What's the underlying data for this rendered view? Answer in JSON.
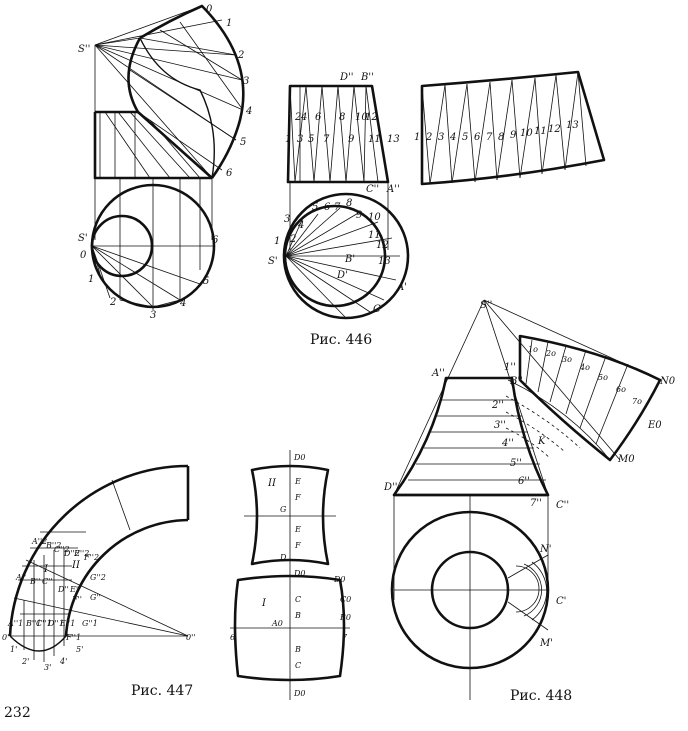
{
  "page_number": "232",
  "figures": {
    "f446": {
      "caption": "Рис. 446",
      "elbow_numbers": [
        "0",
        "1",
        "2",
        "3",
        "4",
        "5",
        "6"
      ],
      "elbow_top_label": "S''",
      "plan_labels": [
        "S'",
        "0",
        "1",
        "2",
        "3",
        "4",
        "5",
        "6"
      ],
      "frustum_labels": [
        "D''",
        "B''",
        "C''",
        "A''"
      ],
      "frustum_numbers": [
        "1",
        "2",
        "3",
        "4",
        "5",
        "6",
        "7",
        "8",
        "9",
        "10",
        "11",
        "12",
        "13"
      ],
      "plan2_labels": [
        "S'",
        "B'",
        "D'",
        "A'",
        "C'",
        "1",
        "2",
        "3",
        "4",
        "5",
        "6",
        "7",
        "8",
        "9",
        "10",
        "11",
        "12",
        "13"
      ],
      "development_numbers": [
        "1",
        "2",
        "3",
        "4",
        "5",
        "6",
        "7",
        "8",
        "9",
        "10",
        "11",
        "12",
        "13"
      ]
    },
    "f447": {
      "caption": "Рис. 447",
      "left_labels": [
        "A''2",
        "B''2",
        "C''2",
        "D''2",
        "E''2",
        "F''2",
        "G''2",
        "A''",
        "B''",
        "C''",
        "D''",
        "E''",
        "F''",
        "G''",
        "A''1",
        "B''1",
        "C''1",
        "D''1",
        "E''1",
        "F''1",
        "G''1",
        "0'",
        "1'",
        "2'",
        "3'",
        "4'",
        "5'",
        "0''",
        "I",
        "II"
      ],
      "right_labels": [
        "D0",
        "E",
        "F",
        "G",
        "E",
        "F",
        "D",
        "D0",
        "C",
        "B",
        "A0",
        "B",
        "C",
        "D0",
        "D0",
        "C0",
        "B0",
        "6",
        "7",
        "II",
        "I"
      ]
    },
    "f448": {
      "caption": "Рис. 448",
      "labels": [
        "S''",
        "A''",
        "B''",
        "1''",
        "2''",
        "3''",
        "4''",
        "5''",
        "6''",
        "7''",
        "D''",
        "C''",
        "K",
        "N0",
        "E0",
        "M0",
        "N'",
        "C'",
        "M'"
      ],
      "fan_labels": [
        "1o",
        "2o",
        "3o",
        "4o",
        "5o",
        "6o",
        "7o"
      ]
    }
  }
}
